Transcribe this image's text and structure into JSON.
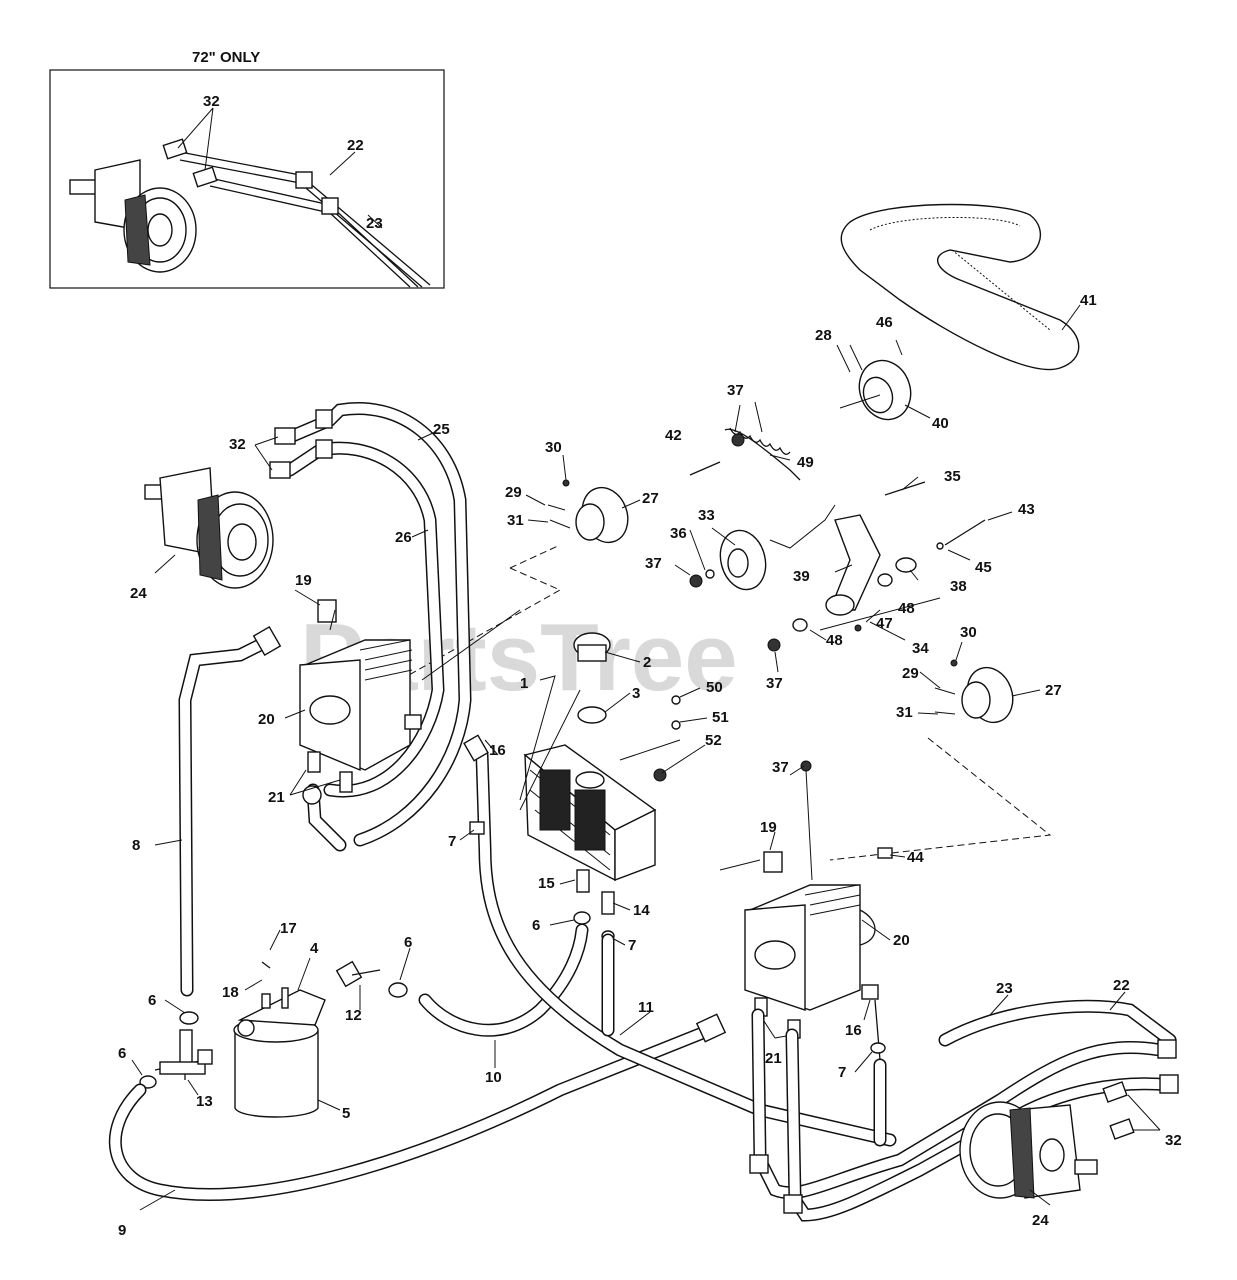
{
  "watermark": "PartsTree",
  "inset": {
    "title": "72\" ONLY"
  },
  "callouts": {
    "c1": "1",
    "c2": "2",
    "c3": "3",
    "c4": "4",
    "c5": "5",
    "c6a": "6",
    "c6b": "6",
    "c6c": "6",
    "c6d": "6",
    "c7a": "7",
    "c7b": "7",
    "c7c": "7",
    "c8": "8",
    "c9": "9",
    "c10": "10",
    "c11": "11",
    "c12": "12",
    "c13": "13",
    "c14": "14",
    "c15": "15",
    "c16a": "16",
    "c16b": "16",
    "c17": "17",
    "c18": "18",
    "c19a": "19",
    "c19b": "19",
    "c20a": "20",
    "c20b": "20",
    "c21a": "21",
    "c21b": "21",
    "c22a": "22",
    "c22b": "22",
    "c23a": "23",
    "c23b": "23",
    "c24a": "24",
    "c24b": "24",
    "c25": "25",
    "c26": "26",
    "c27a": "27",
    "c27b": "27",
    "c28": "28",
    "c29a": "29",
    "c29b": "29",
    "c30a": "30",
    "c30b": "30",
    "c31a": "31",
    "c31b": "31",
    "c32a": "32",
    "c32b": "32",
    "c32c": "32",
    "c33": "33",
    "c34": "34",
    "c35": "35",
    "c36": "36",
    "c37a": "37",
    "c37b": "37",
    "c37c": "37",
    "c37d": "37",
    "c38": "38",
    "c39": "39",
    "c40": "40",
    "c41": "41",
    "c42": "42",
    "c43": "43",
    "c44": "44",
    "c45": "45",
    "c46": "46",
    "c47": "47",
    "c48a": "48",
    "c48b": "48",
    "c49": "49",
    "c50": "50",
    "c51": "51",
    "c52": "52"
  }
}
